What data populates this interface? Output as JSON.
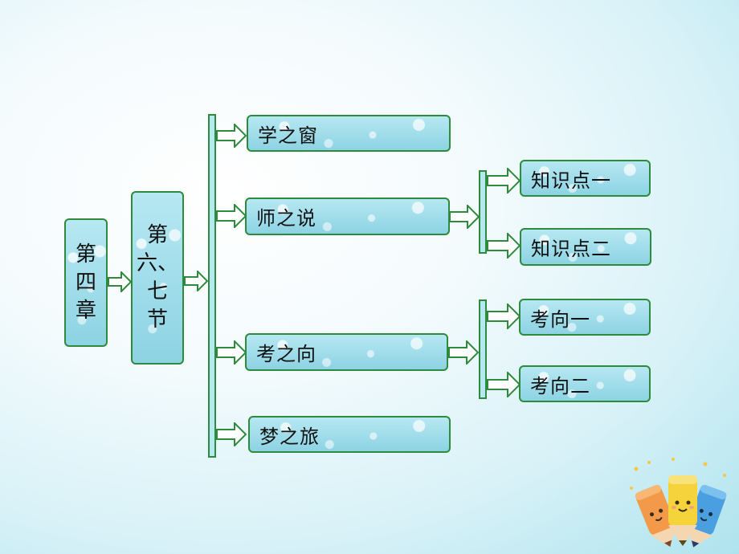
{
  "root": {
    "chars": [
      "第",
      "四",
      "章"
    ]
  },
  "section": {
    "chars": [
      "第",
      "六、",
      "七",
      "节"
    ]
  },
  "items": [
    {
      "label": "学之窗"
    },
    {
      "label": "师之说",
      "children": [
        {
          "label": "知识点一"
        },
        {
          "label": "知识点二"
        }
      ]
    },
    {
      "label": "考之向",
      "children": [
        {
          "label": "考向一"
        },
        {
          "label": "考向二"
        }
      ]
    },
    {
      "label": "梦之旅"
    }
  ],
  "colors": {
    "border": "#2e8a3c",
    "box_fill": "#9fdcea",
    "arrow_fill": "#ffffff"
  },
  "decoration": {
    "icon": "pencils-icon"
  }
}
